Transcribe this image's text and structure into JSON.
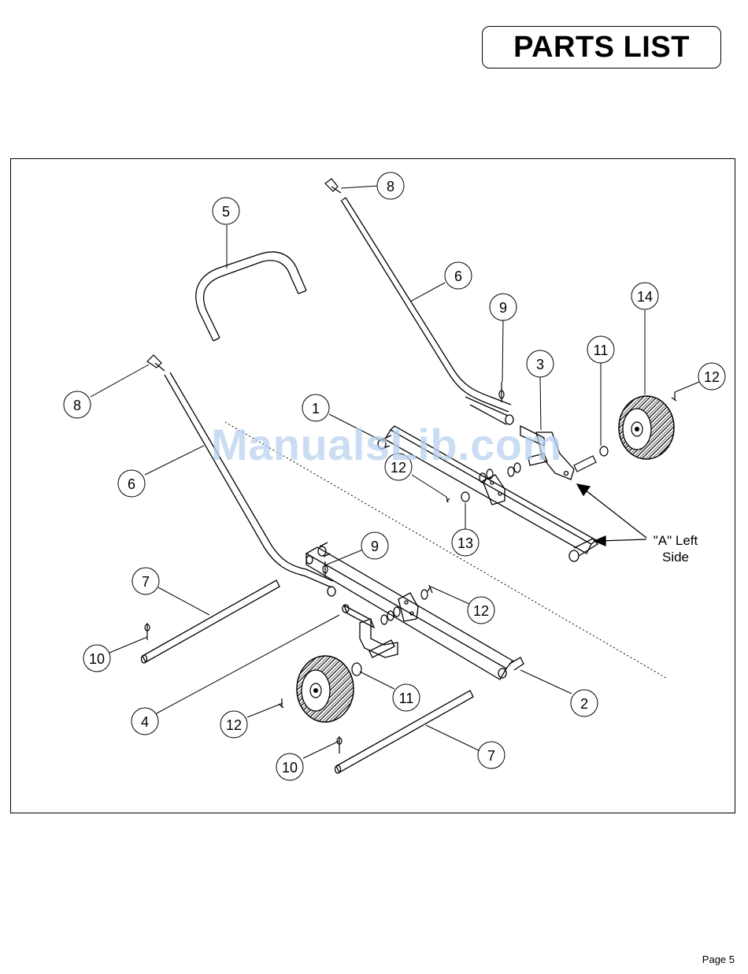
{
  "header": {
    "title": "PARTS LIST"
  },
  "footer": {
    "page_label": "Page 5"
  },
  "watermark": {
    "text": "ManualsLib.com",
    "color": "#b9d2ef"
  },
  "diagram": {
    "callouts": {
      "c1": "1",
      "c2": "2",
      "c3": "3",
      "c4": "4",
      "c5": "5",
      "c6a": "6",
      "c6b": "6",
      "c7a": "7",
      "c7b": "7",
      "c8a": "8",
      "c8b": "8",
      "c9a": "9",
      "c9b": "9",
      "c10a": "10",
      "c10b": "10",
      "c11a": "11",
      "c11b": "11",
      "c12a": "12",
      "c12b": "12",
      "c12c": "12",
      "c12d": "12",
      "c13": "13",
      "c14": "14"
    },
    "note": {
      "line1": "\"A\" Left",
      "line2": "Side"
    }
  }
}
